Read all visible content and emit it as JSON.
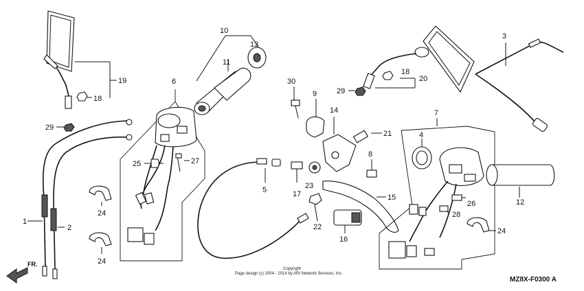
{
  "callouts": {
    "c1": "1",
    "c2": "2",
    "c3": "3",
    "c4": "4",
    "c5": "5",
    "c6": "6",
    "c7": "7",
    "c8": "8",
    "c9": "9",
    "c10": "10",
    "c11": "11",
    "c12": "12",
    "c13": "13",
    "c14": "14",
    "c15": "15",
    "c16": "16",
    "c17": "17",
    "c18a": "18",
    "c18b": "18",
    "c19": "19",
    "c20": "20",
    "c21": "21",
    "c22": "22",
    "c23": "23",
    "c24a": "24",
    "c24b": "24",
    "c24c": "24",
    "c25": "25",
    "c26": "26",
    "c27": "27",
    "c28": "28",
    "c29a": "29",
    "c29b": "29",
    "c30": "30"
  },
  "footer": {
    "copyright_line1": "Copyright",
    "copyright_line2": "Page design (c) 2004 - 2014 by ARI Network Services, Inc.",
    "diagram_code": "MZ8X-F0300 A",
    "front_marker": "FR."
  },
  "colors": {
    "line": "#111111",
    "background": "#ffffff"
  }
}
